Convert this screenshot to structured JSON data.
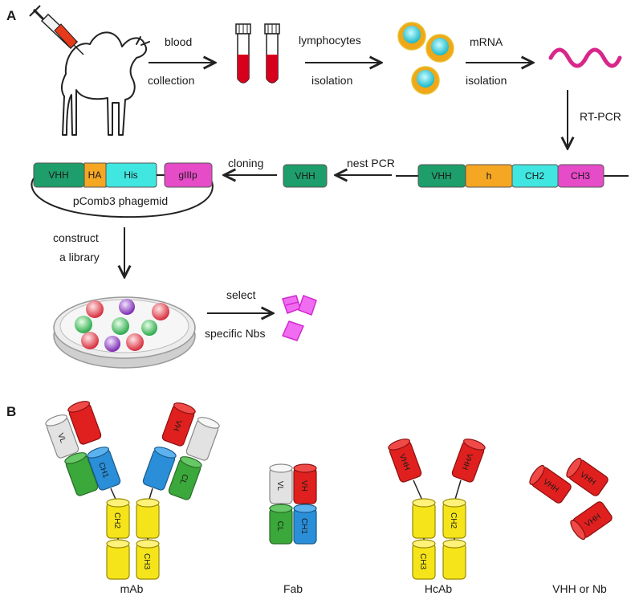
{
  "panels": {
    "a": "A",
    "b": "B"
  },
  "steps": {
    "blood": [
      "blood",
      "collection"
    ],
    "lymph": [
      "lymphocytes",
      "isolation"
    ],
    "mrna": [
      "mRNA",
      "isolation"
    ],
    "rtpcr": "RT-PCR",
    "nestpcr": "nest PCR",
    "cloning": "cloning",
    "library": [
      "construct",
      "a library"
    ],
    "select": [
      "select",
      "specific Nbs"
    ]
  },
  "cdna_segments": [
    "VHH",
    "h",
    "CH2",
    "CH3"
  ],
  "vhh_fragment": "VHH",
  "phagemid": {
    "segments": [
      "VHH",
      "HA",
      "His",
      "gIIIp"
    ],
    "name": "pComb3 phagemid"
  },
  "captions": [
    "mAb",
    "Fab",
    "HcAb",
    "VHH or Nb"
  ],
  "domains": {
    "mab": [
      "VL",
      "CH1",
      "VH",
      "CL",
      "CH2",
      "CH3"
    ],
    "fab": [
      "VL",
      "VH",
      "CL",
      "CH1"
    ],
    "hcab": [
      "VHH",
      "VHH",
      "CH2",
      "CH3"
    ],
    "nb": [
      "VHH",
      "VHH",
      "VHH"
    ]
  },
  "colors": {
    "vhh_green": "#1e9e6a",
    "hinge_orange": "#f5a623",
    "cyan": "#40e6e0",
    "magenta": "#e64bc8",
    "tube_red": "#d6001c",
    "wave": "#d8268a",
    "domain_red": "#e0201e",
    "domain_blue": "#2a8fd8",
    "domain_green": "#3aa83a",
    "domain_yellow": "#f5e41a",
    "domain_grey": "#e2e2e2"
  }
}
